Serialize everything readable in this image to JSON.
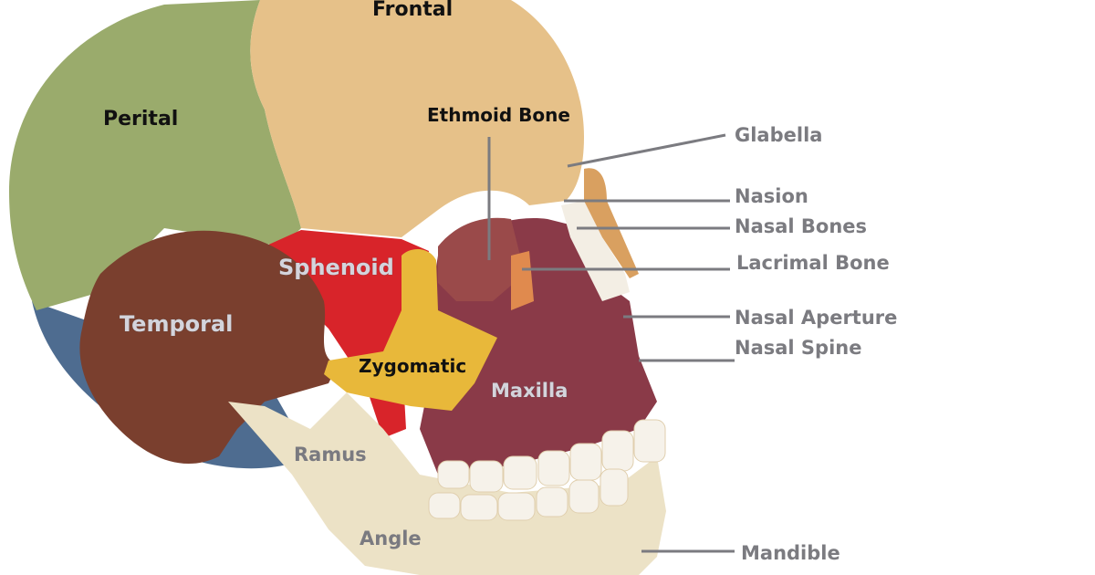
{
  "diagram": {
    "subject": "Lateral view of human skull, color-coded bones",
    "colors": {
      "background": "#ffffff",
      "parietal": "#9aab6c",
      "frontal": "#e6c189",
      "temporal": "#7a3f2e",
      "sphenoid": "#d8242a",
      "zygomatic": "#e8b83a",
      "maxilla": "#8a3a48",
      "mandible": "#ece2c6",
      "occipital": "#4e6c90",
      "nasal": "#f3eee4",
      "lacrimal": "#e08a4e",
      "leader_line": "#7b7b80"
    },
    "bone_labels": [
      {
        "id": "frontal",
        "text": "Frontal",
        "style": "dark"
      },
      {
        "id": "parietal",
        "text": "Perital",
        "style": "dark"
      },
      {
        "id": "ethmoid",
        "text": "Ethmoid Bone",
        "style": "dark"
      },
      {
        "id": "sphenoid",
        "text": "Sphenoid",
        "style": "light"
      },
      {
        "id": "temporal",
        "text": "Temporal",
        "style": "light"
      },
      {
        "id": "zygomatic",
        "text": "Zygomatic",
        "style": "dark"
      },
      {
        "id": "maxilla",
        "text": "Maxilla",
        "style": "light"
      },
      {
        "id": "ramus",
        "text": "Ramus",
        "style": "gray"
      },
      {
        "id": "angle",
        "text": "Angle",
        "style": "gray"
      }
    ],
    "callouts": [
      {
        "id": "glabella",
        "text": "Glabella"
      },
      {
        "id": "nasion",
        "text": "Nasion"
      },
      {
        "id": "nasal-bones",
        "text": "Nasal Bones"
      },
      {
        "id": "lacrimal-bone",
        "text": "Lacrimal Bone"
      },
      {
        "id": "nasal-aperture",
        "text": "Nasal Aperture"
      },
      {
        "id": "nasal-spine",
        "text": "Nasal Spine"
      },
      {
        "id": "mandible",
        "text": "Mandible"
      }
    ]
  }
}
